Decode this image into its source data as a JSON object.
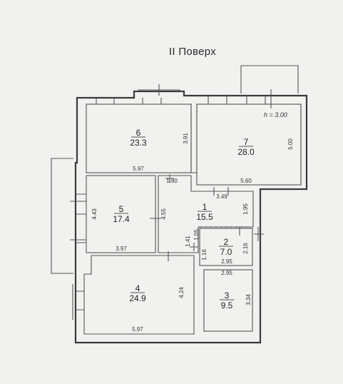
{
  "title": "II Поверх",
  "height_note": "h = 3.00",
  "rooms": [
    {
      "number": "6",
      "area": "23.3"
    },
    {
      "number": "7",
      "area": "28.0"
    },
    {
      "number": "5",
      "area": "17.4"
    },
    {
      "number": "1",
      "area": "15.5"
    },
    {
      "number": "2",
      "area": "7.0"
    },
    {
      "number": "4",
      "area": "24.9"
    },
    {
      "number": "3",
      "area": "9.5"
    }
  ],
  "dimensions": {
    "r6_width": "5.97",
    "r6_height": "3.91",
    "r7_width": "5.60",
    "r7_height": "5.00",
    "hall_top": "1.80",
    "hall_top_right": "3.49",
    "r5_height": "4.43",
    "r5_right": "4.55",
    "r5_width": "3.97",
    "hall_right": "1.95",
    "hall_inner_left": "1.05",
    "hall_left": "1.41",
    "r2_left": "1.16",
    "r2_right": "2.16",
    "r2_width": "2.95",
    "r3_width": "2.95",
    "r3_height": "3.34",
    "r4_height": "4.24",
    "r4_width": "5.97"
  }
}
